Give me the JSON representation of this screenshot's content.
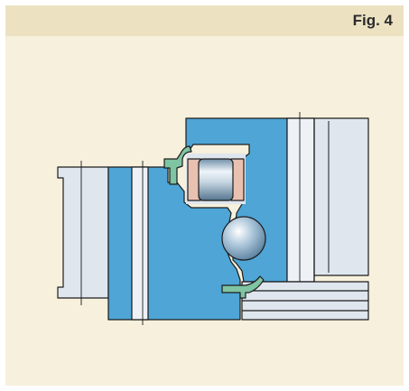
{
  "figure": {
    "label": "Fig. 4"
  },
  "colors": {
    "panel_background": "#f6f0dc",
    "header_background": "#ece2c2",
    "ring_blue": "#4ea5d6",
    "ring_grey": "#dfe6ee",
    "seal_green": "#7fc4a3",
    "spacer_pink": "#e9c1b0",
    "outline": "#1c1c1c"
  },
  "parts": [
    "outer-ring",
    "inner-ring",
    "cylindrical-roller",
    "ball",
    "upper-seal",
    "lower-seal"
  ]
}
